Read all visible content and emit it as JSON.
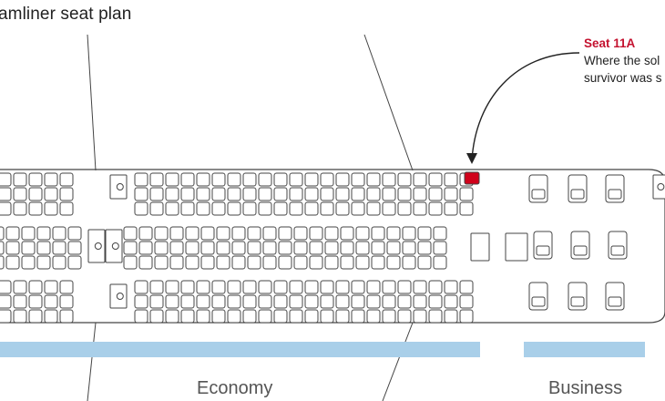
{
  "title": "amliner seat plan",
  "callout": {
    "seat": "Seat 11A",
    "line1": "Where the sol",
    "line2": "survivor was s"
  },
  "cabins": {
    "economy": "Economy",
    "business": "Business"
  },
  "colors": {
    "highlight_seat": "#d0021b",
    "cabin_bar": "#a9cfe9",
    "outline": "#444444"
  },
  "highlighted_seat_number": "11A"
}
